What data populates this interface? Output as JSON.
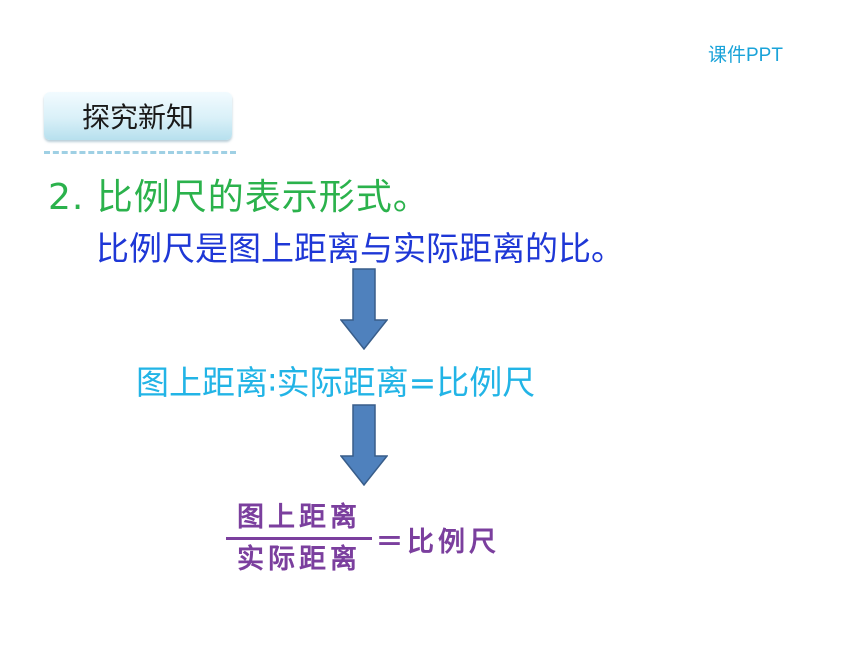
{
  "watermark": "课件PPT",
  "section_tab": "探究新知",
  "heading": "2. 比例尺的表示形式。",
  "definition": "比例尺是图上距离与实际距离的比。",
  "ratio_formula": "图上距离∶实际距离=比例尺",
  "fraction_formula": {
    "numerator": "图上距离",
    "denominator": "实际距离",
    "result": "＝比例尺"
  },
  "colors": {
    "heading": "#2bb24c",
    "definition": "#1e37d6",
    "ratio": "#22b4e6",
    "fraction": "#7b3f9e",
    "arrow_fill": "#4f81bd",
    "arrow_stroke": "#385d8a",
    "watermark": "#1aa3d9"
  },
  "icons": {
    "arrow": "down-arrow-icon"
  }
}
